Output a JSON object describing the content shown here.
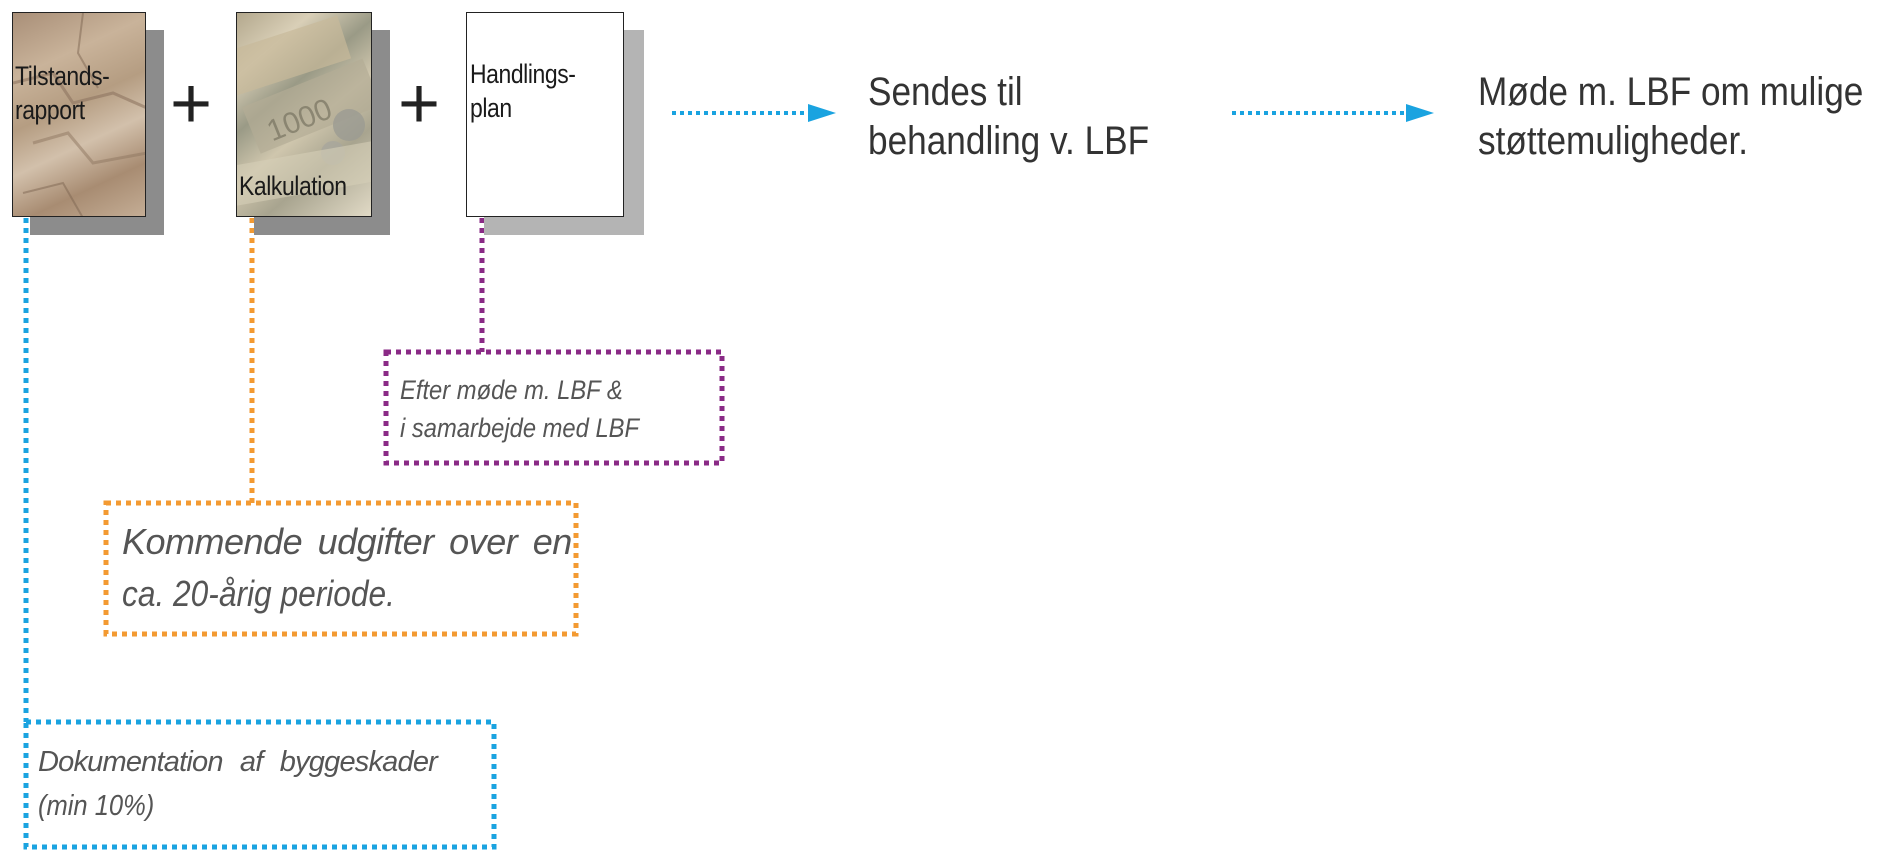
{
  "documents": [
    {
      "id": "tilstandsrapport",
      "label_lines": [
        "Tilstands-",
        "rapport"
      ]
    },
    {
      "id": "kalkulation",
      "label_lines": [
        "Kalkulation"
      ]
    },
    {
      "id": "handlingsplan",
      "label_lines": [
        "Handlings-",
        "plan"
      ]
    }
  ],
  "operators": [
    "+",
    "+"
  ],
  "steps": {
    "step1": {
      "lines": [
        "Sendes til",
        "behandling v. LBF"
      ]
    },
    "step2": {
      "lines": [
        "Møde m. LBF om mulige",
        "støttemuligheder."
      ]
    }
  },
  "notes": {
    "handlingsplan": {
      "lines": [
        "Efter møde m. LBF &",
        "i samarbejde med LBF"
      ]
    },
    "kalkulation": {
      "lines": [
        "Kommende udgifter over en",
        "ca. 20-årig periode."
      ]
    },
    "tilstandsrapport": {
      "lines": [
        "Dokumentation af byggeskader",
        "(min 10%)"
      ]
    }
  },
  "colors": {
    "blue": "#1aa3e0",
    "orange": "#f39a32",
    "purple": "#8a2a86",
    "shadow": "#8c8c8c"
  }
}
